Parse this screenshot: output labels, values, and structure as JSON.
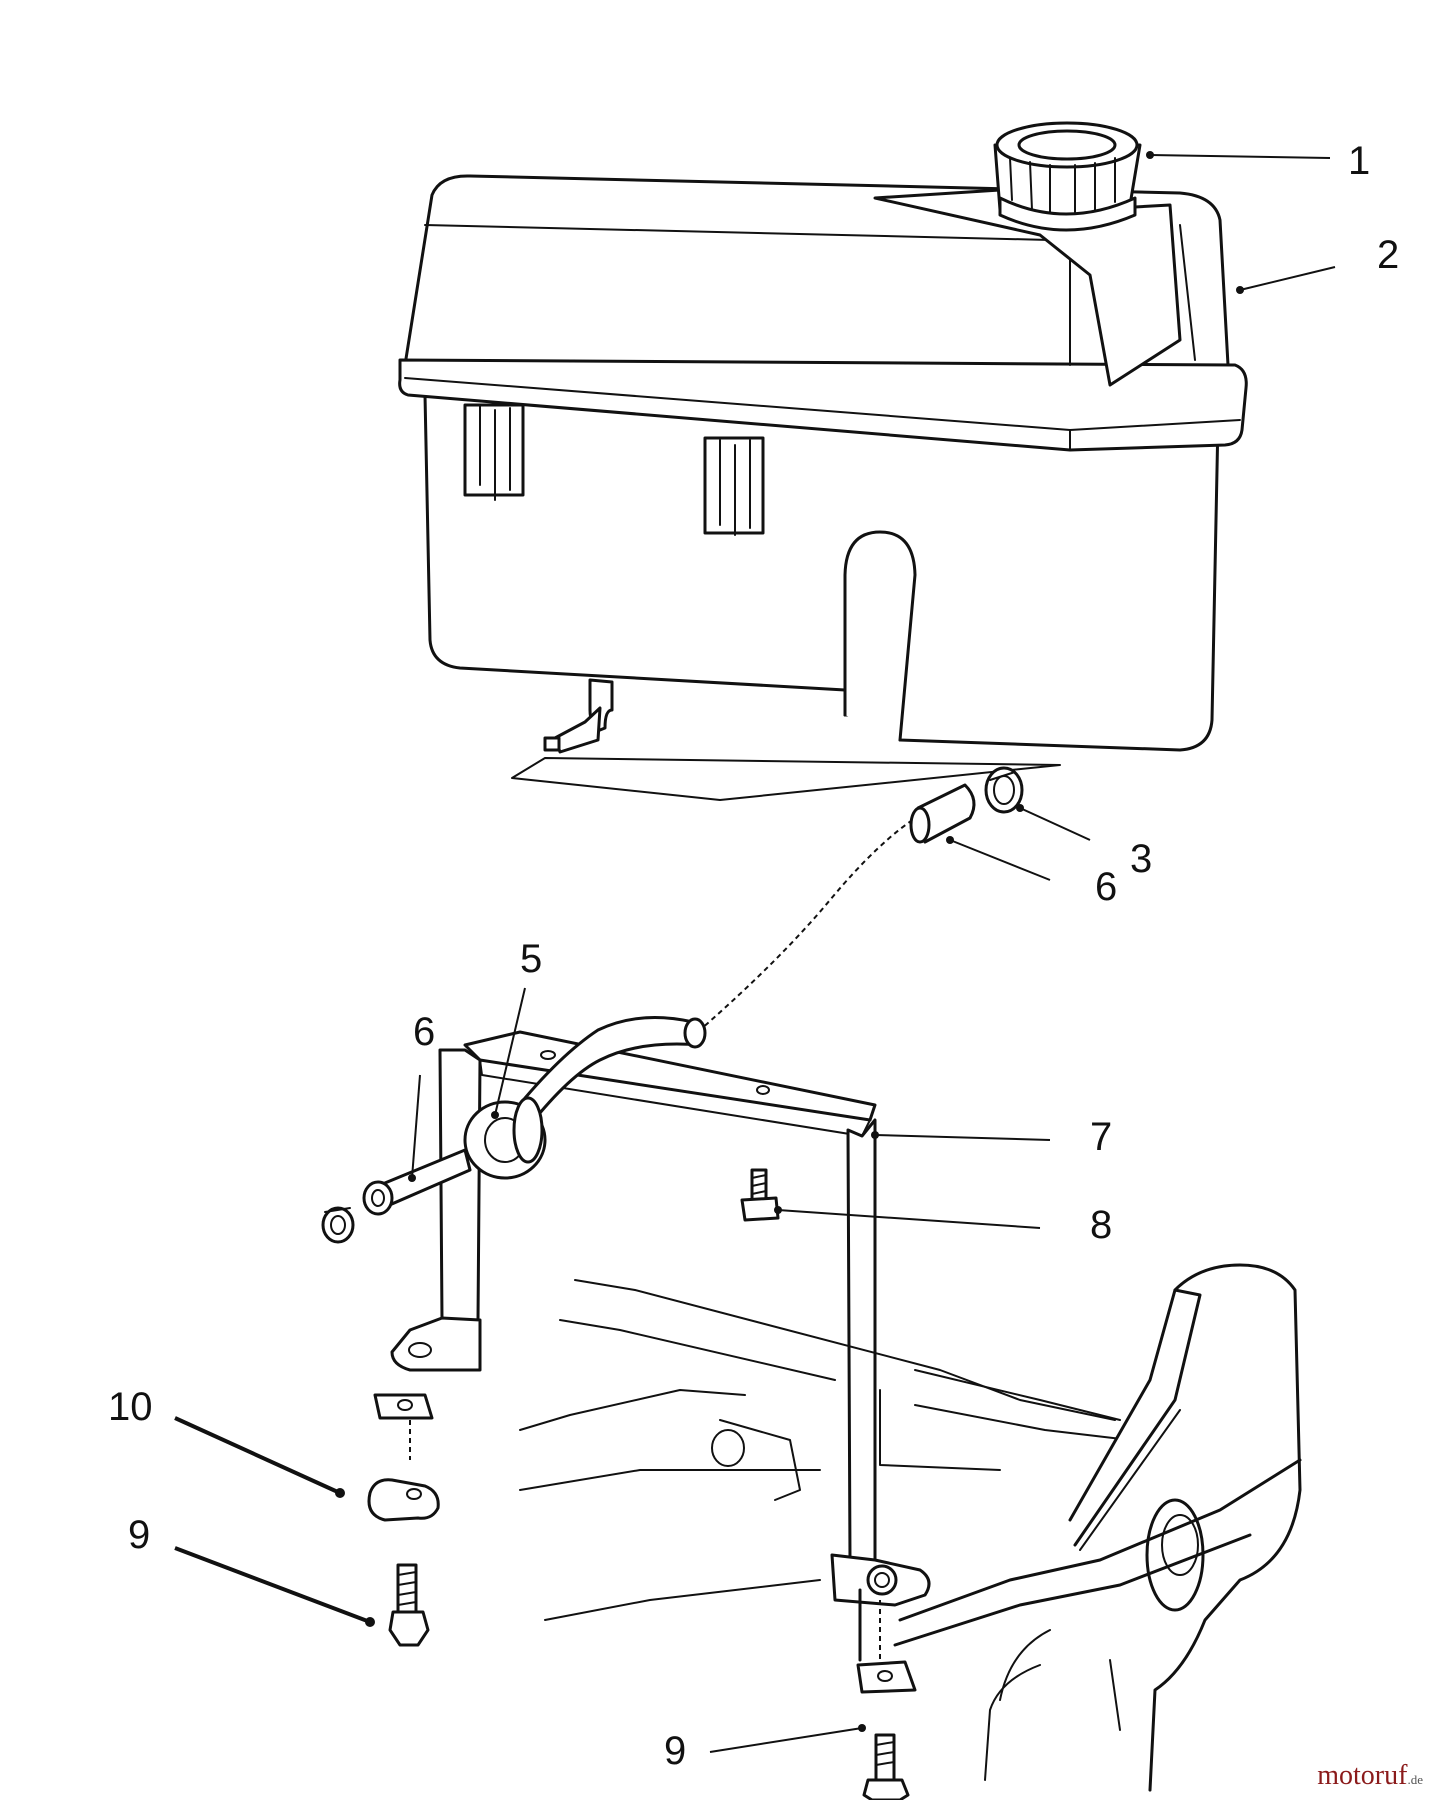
{
  "callouts": [
    {
      "id": "c1",
      "label": "1"
    },
    {
      "id": "c2",
      "label": "2"
    },
    {
      "id": "c3",
      "label": "3"
    },
    {
      "id": "c6a",
      "label": "6"
    },
    {
      "id": "c5",
      "label": "5"
    },
    {
      "id": "c6b",
      "label": "6"
    },
    {
      "id": "c7",
      "label": "7"
    },
    {
      "id": "c8",
      "label": "8"
    },
    {
      "id": "c10",
      "label": "10"
    },
    {
      "id": "c9a",
      "label": "9"
    },
    {
      "id": "c9b",
      "label": "9"
    }
  ],
  "watermark": {
    "text": "motoruf",
    "suffix": ".de",
    "color": "#8b1b1b"
  }
}
